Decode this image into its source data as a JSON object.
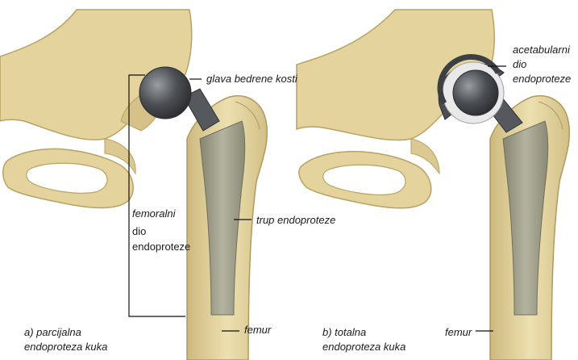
{
  "panel_a": {
    "caption_line1": "a) parcijalna",
    "caption_line2": "endoproteza kuka",
    "label_head": "glava bedrene kosti",
    "label_femoral_line1": "femoralni",
    "label_femoral_line2": "dio",
    "label_femoral_line3": "endoproteze",
    "label_stem": "trup endoproteze",
    "label_femur": "femur"
  },
  "panel_b": {
    "caption_line1": "b) totalna",
    "caption_line2": "endoproteza kuka",
    "label_acetabular_line1": "acetabularni",
    "label_acetabular_line2": "dio",
    "label_acetabular_line3": "endoproteze",
    "label_femur": "femur"
  },
  "colors": {
    "bone": "#e6d7a4",
    "bone_shadow": "#c9b57a",
    "bone_light": "#f3e9c6",
    "implant": "#9a9a86",
    "head": "#4a4d52",
    "cup": "#5a5d62"
  }
}
